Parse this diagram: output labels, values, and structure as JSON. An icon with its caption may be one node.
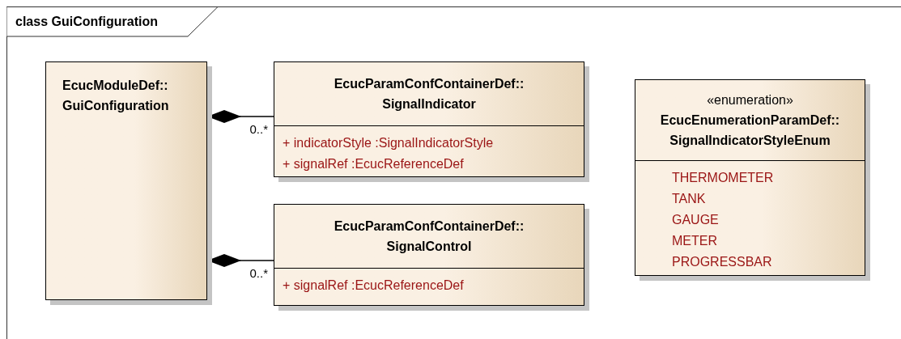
{
  "diagram": {
    "nodes": [
      {
        "text": [
          "class GuiConfiguration"
        ]
      },
      {
        "text": [
          "EcucModuleDef:: GuiConfiguration"
        ],
        "in": 0
      },
      {
        "text": [
          "EcucParamConfContainerDef:: SignalIndicator",
          "+ indicatorStyle :SignalIndicatorStyle",
          "+ signalRef :EcucReferenceDef"
        ],
        "in": 0
      },
      {
        "text": [
          "EcucParamConfContainerDef:: SignalControl",
          "+ signalRef :EcucReferenceDef"
        ],
        "in": 0
      },
      {
        "text": [
          "«enumeration»",
          "EcucEnumerationParamDef:: SignalIndicatorStyleEnum",
          "THERMOMETER",
          "TANK",
          "GAUGE",
          "METER",
          "PROGRESSBAR"
        ],
        "in": 0
      }
    ],
    "edges": [
      {
        "from": 1,
        "to": 2,
        "arrow": "other",
        "label": "0..*"
      },
      {
        "from": 1,
        "to": 3,
        "arrow": "other",
        "label": "0..*"
      }
    ]
  }
}
